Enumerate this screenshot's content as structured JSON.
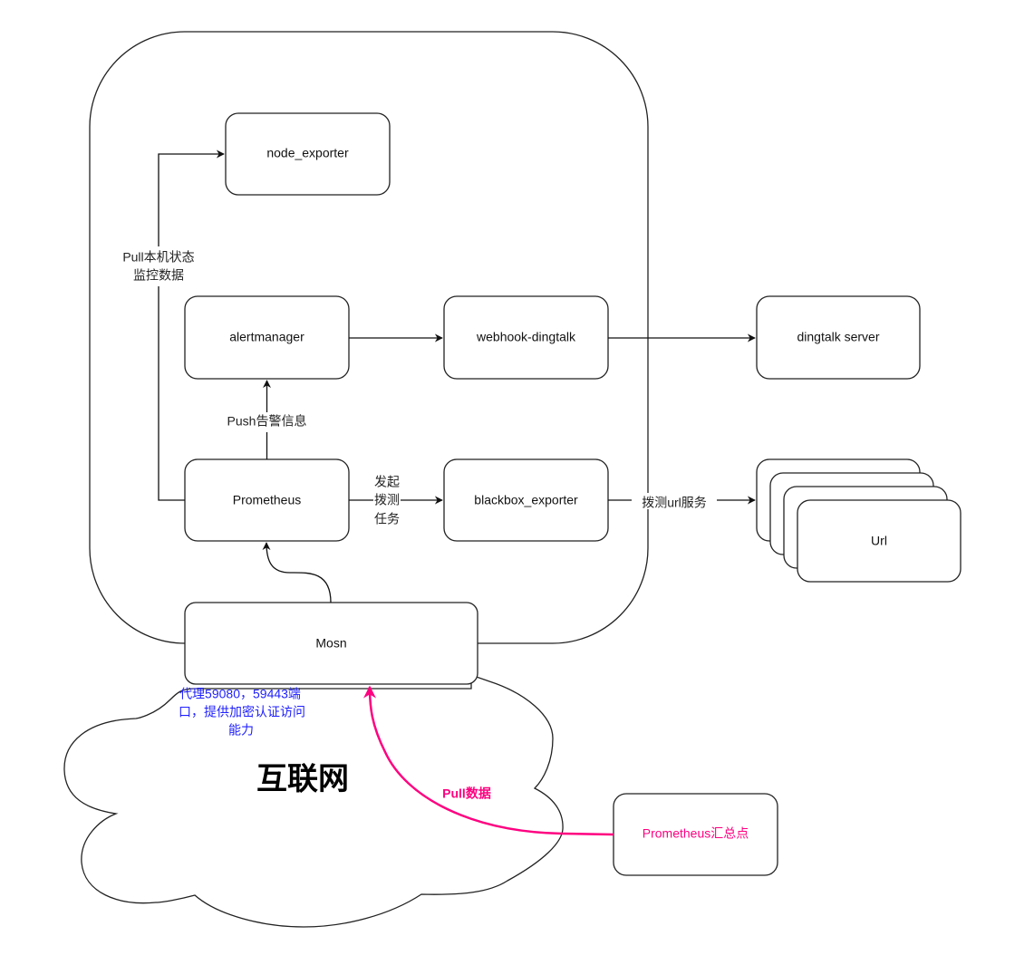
{
  "diagram": {
    "container": {
      "label": ""
    },
    "nodes": {
      "node_exporter": "node_exporter",
      "alertmanager": "alertmanager",
      "webhook_dingtalk": "webhook-dingtalk",
      "dingtalk_server": "dingtalk server",
      "prometheus": "Prometheus",
      "blackbox_exporter": "blackbox_exporter",
      "url": "Url",
      "mosn": "Mosn",
      "prometheus_aggregator": "Prometheus汇总点"
    },
    "cloud": {
      "title": "互联网"
    },
    "edge_labels": {
      "pull_local_line1": "Pull本机状态",
      "pull_local_line2": "监控数据",
      "push_alert": "Push告警信息",
      "probe_task_line1": "发起",
      "probe_task_line2": "拨测",
      "probe_task_line3": "任务",
      "probe_url": "拨测url服务",
      "pull_data": "Pull数据"
    },
    "mosn_note": {
      "line1": "代理59080，59443端",
      "line2": "口，提供加密认证访问",
      "line3": "能力"
    },
    "colors": {
      "note_blue": "#2020ff",
      "accent_pink": "#ff0080",
      "stroke": "#222222"
    }
  }
}
